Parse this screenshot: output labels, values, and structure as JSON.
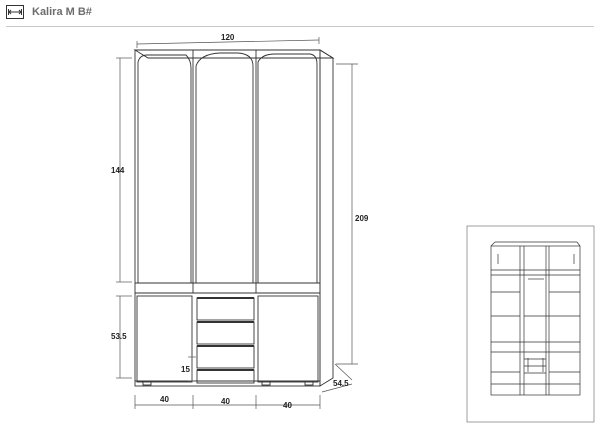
{
  "header": {
    "title": "Kalira M B#",
    "icon": "width-arrows-icon"
  },
  "dimensions": {
    "width_total": "120",
    "height_total": "209",
    "height_upper": "144",
    "height_lower": "53.5",
    "drawer_height": "15",
    "depth": "54.5",
    "section_left": "40",
    "section_middle": "40",
    "section_right": "40"
  },
  "colors": {
    "line": "#333333",
    "text": "#222222",
    "title": "#6d6d6d"
  }
}
